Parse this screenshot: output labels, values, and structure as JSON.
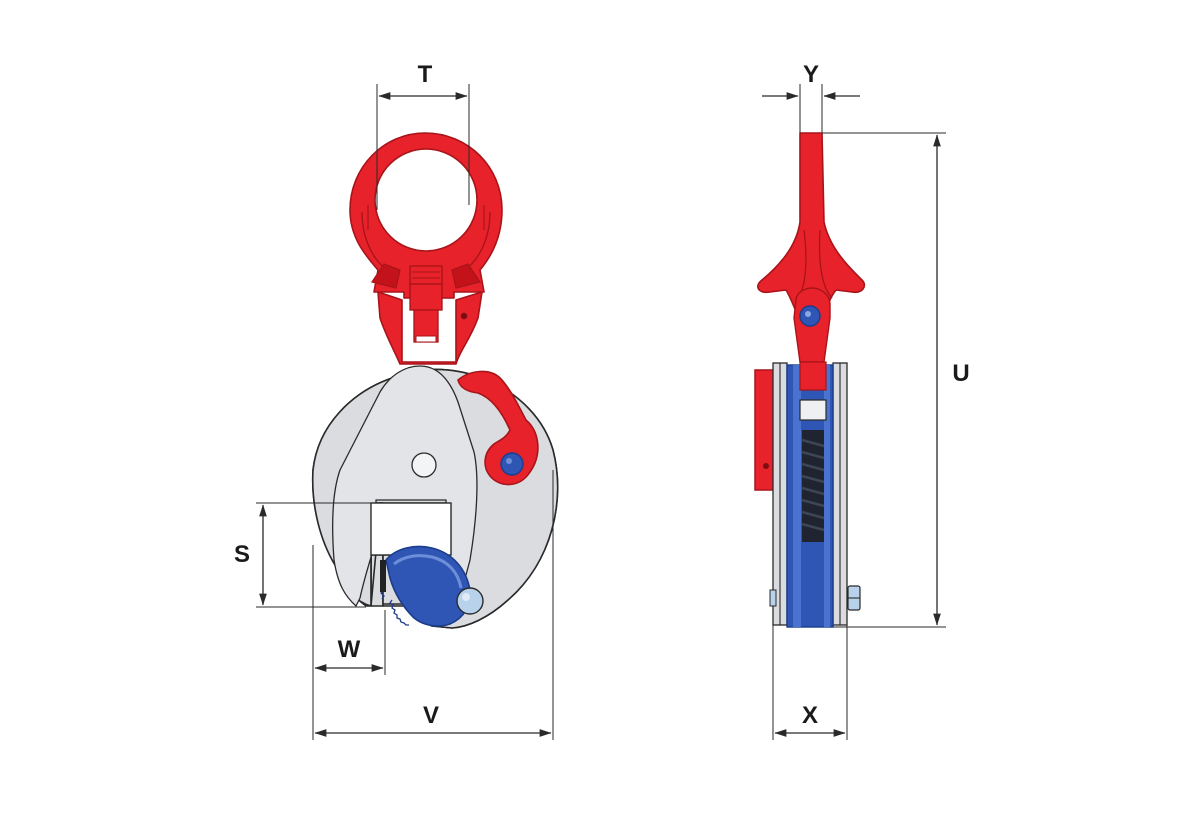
{
  "colors": {
    "red": "#e8222a",
    "red_dark": "#a8141a",
    "silver": "#dadcdf",
    "silver_dark": "#b9bcc1",
    "blue": "#2f56b5",
    "blue_dark": "#1c3c8c",
    "light_blue": "#b9d2ec",
    "dark": "#2a2a2a"
  },
  "dimensions": {
    "T": "T",
    "S": "S",
    "W": "W",
    "V": "V",
    "Y": "Y",
    "U": "U",
    "X": "X"
  }
}
